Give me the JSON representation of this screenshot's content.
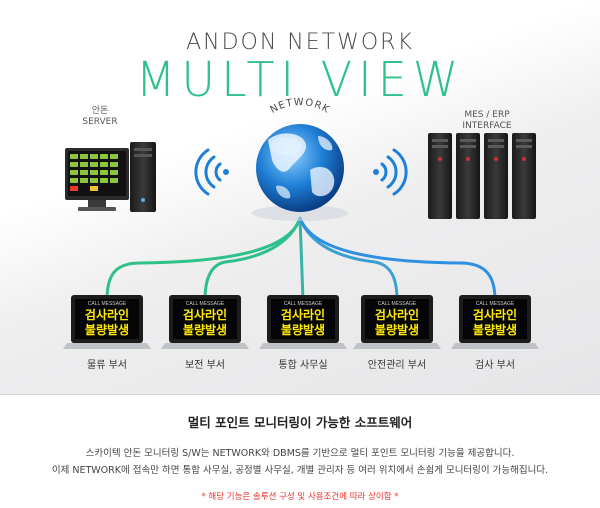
{
  "header": {
    "title_small": "ANDON NETWORK",
    "title_large": "MULTI VIEW"
  },
  "nodes": {
    "server_label_line1": "안돈",
    "server_label_line2": "SERVER",
    "network_label": "NETWORK",
    "mes_label_line1": "MES / ERP",
    "mes_label_line2": "INTERFACE"
  },
  "laptops": [
    {
      "label": "물류 부서",
      "screen_header": "CALL MESSAGE",
      "line1": "검사라인",
      "line2": "불량발생"
    },
    {
      "label": "보전 부서",
      "screen_header": "CALL MESSAGE",
      "line1": "검사라인",
      "line2": "불량발생"
    },
    {
      "label": "통합 사무실",
      "screen_header": "CALL MESSAGE",
      "line1": "검사라인",
      "line2": "불량발생"
    },
    {
      "label": "안전관리 부서",
      "screen_header": "CALL MESSAGE",
      "line1": "검사라인",
      "line2": "불량발생"
    },
    {
      "label": "검사 부서",
      "screen_header": "CALL MESSAGE",
      "line1": "검사라인",
      "line2": "불량발생"
    }
  ],
  "footer": {
    "heading": "멀티 포인트 모니터링이 가능한 소프트웨어",
    "desc_line1": "스카이텍 안돈 모니터링 S/W는 NETWORK와 DBMS를 기반으로 멀티 포인트 모니터링 기능을 제공합니다.",
    "desc_line2": "이제 NETWORK에 접속만 하면 통합 사무실, 공정별 사무실, 개별 관리자 등 여러 위치에서 손쉽게 모니터링이 가능해집니다.",
    "note": "* 해당 기능은 솔루션 구성 및 사용조건에 따라 상이함 *"
  },
  "colors": {
    "accent_green": "#2ec18a",
    "line_blue": "#2f8fe0",
    "wifi_blue": "#1e7fd8",
    "note_red": "#e8342d"
  }
}
